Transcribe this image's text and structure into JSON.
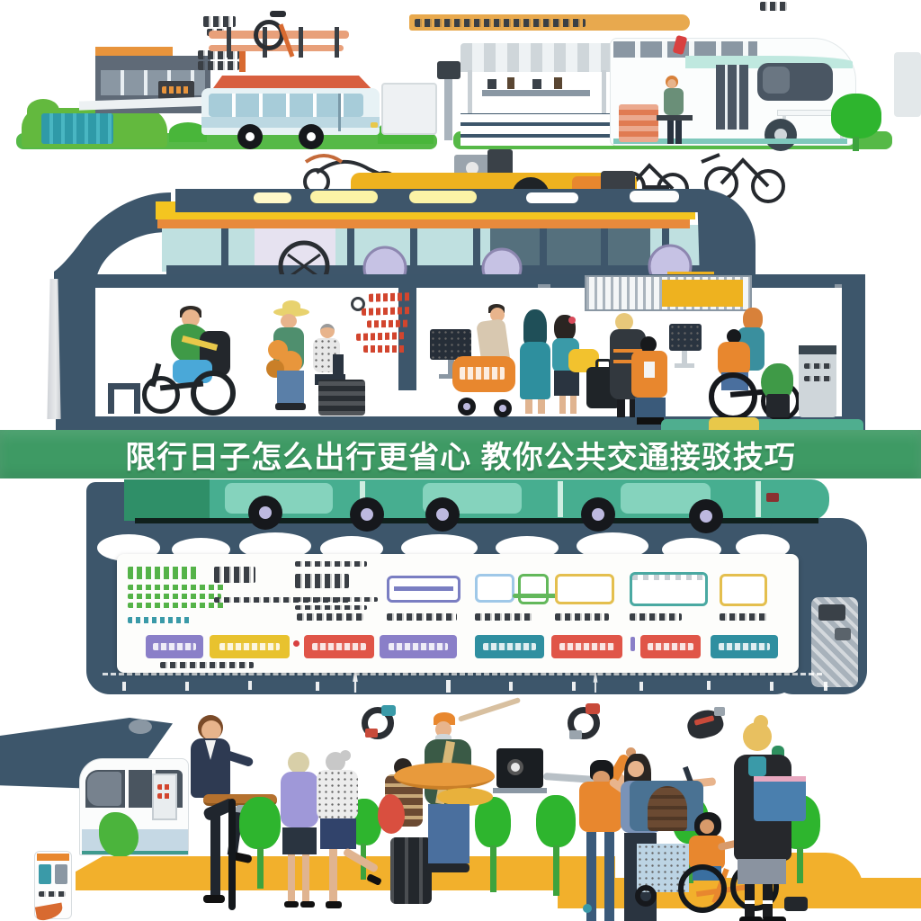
{
  "banner": {
    "title": "限行日子怎么出行更省心 教你公共交通接驳技巧"
  },
  "palette": {
    "banner_green": "#3E9A64",
    "banner_text": "#FFFFFF",
    "road_slate": "#3D566B",
    "bus_teal": "#47AE90",
    "bus_teal_light": "#85D3BD",
    "grass_green": "#56B947",
    "tree_green": "#2EB52E",
    "platform_yellow": "#F2B02C",
    "stripe_yellow": "#F4C520",
    "stripe_orange": "#E8872E",
    "button_purple": "#8A7FC8",
    "button_yellow": "#E8C22E",
    "button_red": "#E05548",
    "button_teal": "#2F8FA0",
    "wheel_lavender": "#BDB9DF",
    "window_teal": "#BFE0E0"
  },
  "illustration": {
    "top_row": "city bus at a station, bike rack, market stall, camper bus, trees and hedges",
    "tram_row": "articulated tram with yellow and orange stripes on an elevated ramp, bicycle and scooter sketches",
    "platform_row": "cyclists, street vendors, waiting passengers, luggage and monitors on a platform",
    "shuttle_row": "teal shuttle bus over a dark roadway",
    "panel_row": "infographic panel with outlined bus diagrams and colored action buttons (text illegible)",
    "street_row": "light-rail car under a canopy, yellow platform, green trees, businessman, vendors, families and cyclists"
  }
}
